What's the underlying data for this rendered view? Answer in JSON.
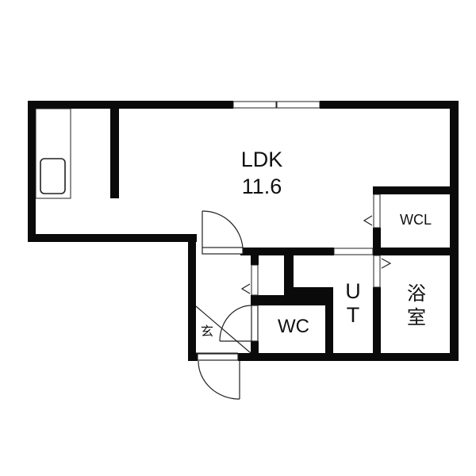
{
  "floor_plan": {
    "rooms": {
      "ldk": {
        "name": "LDK",
        "size": "11.6"
      },
      "walk_in_closet": {
        "name": "WCL"
      },
      "toilet": {
        "name": "WC"
      },
      "utility": {
        "name_chars": [
          "U",
          "T"
        ]
      },
      "bathroom": {
        "name_chars": [
          "浴",
          "室"
        ]
      },
      "entrance": {
        "name": "玄"
      }
    },
    "colors": {
      "wall": "#0a0a0a",
      "background": "#ffffff",
      "line": "#222222"
    }
  }
}
